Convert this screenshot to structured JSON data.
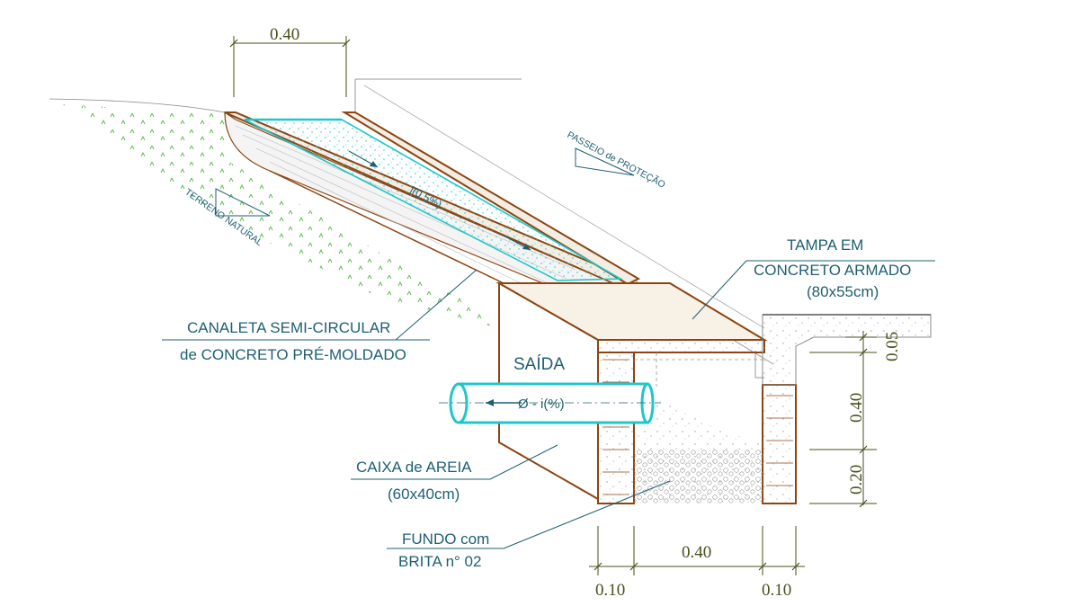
{
  "dimensions": {
    "top_width": "0.40",
    "inner_width": "0.40",
    "left_wall": "0.10",
    "right_wall": "0.10",
    "lid_thickness": "0.05",
    "box_depth": "0.40",
    "gravel_depth": "0.20"
  },
  "labels": {
    "tampa_line1": "TAMPA EM",
    "tampa_line2": "CONCRETO ARMADO",
    "tampa_line3": "(80x55cm)",
    "canaleta_line1": "CANALETA SEMI-CIRCULAR",
    "canaleta_line2": "de CONCRETO PRÉ-MOLDADO",
    "saida": "SAÍDA",
    "pipe": "Ø - i(%)",
    "slope": "i(0,5%)",
    "caixa_line1": "CAIXA de AREIA",
    "caixa_line2": "(60x40cm)",
    "fundo_line1": "FUNDO com",
    "fundo_line2": "BRITA n° 02",
    "passeio": "PASSEIO de PROTEÇÃO",
    "terreno": "TERRENO NATURAL"
  },
  "colors": {
    "concrete_edge": "#8b4513",
    "water": "#1fc7c9",
    "leader": "#1e5f73",
    "dimension": "#4a4f1c",
    "grass": "#58b84a"
  }
}
